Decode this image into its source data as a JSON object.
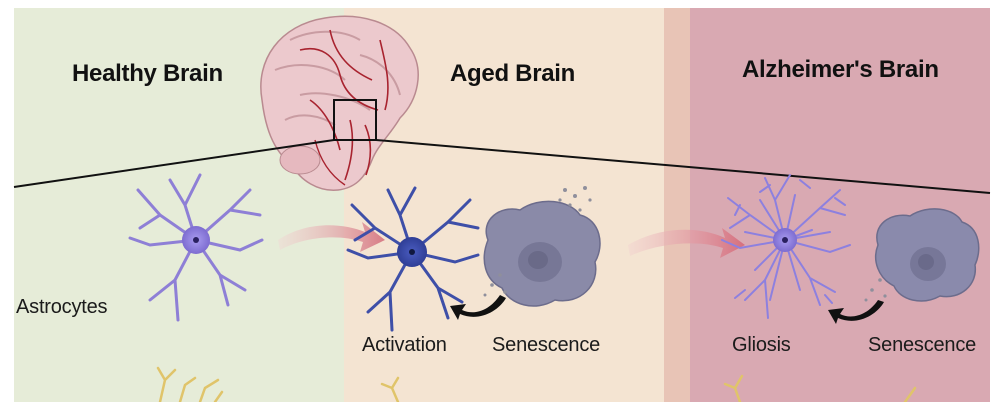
{
  "panels": {
    "healthy": {
      "title": "Healthy Brain",
      "bg": "#e6ecd8"
    },
    "aged": {
      "title": "Aged Brain",
      "bg": "#f4e4d2"
    },
    "alzheimers": {
      "title": "Alzheimer's Brain",
      "bg": "#d9a9b2"
    }
  },
  "labels": {
    "astrocytes": "Astrocytes",
    "activation": "Activation",
    "senescence_aged": "Senescence",
    "gliosis": "Gliosis",
    "senescence_ad": "Senescence"
  },
  "colors": {
    "astrocyte_healthy": "#8e7fd6",
    "astrocyte_activated": "#3e4fa8",
    "astrocyte_gliosis": "#8d80df",
    "senescent_cell": "#8a8aa8",
    "arrow": "#d98890",
    "brain": "#e9c3c8",
    "vessel": "#a8232f"
  },
  "icons": [
    "brain-icon",
    "astrocyte-icon",
    "senescent-cell-icon",
    "curved-arrow-icon"
  ]
}
